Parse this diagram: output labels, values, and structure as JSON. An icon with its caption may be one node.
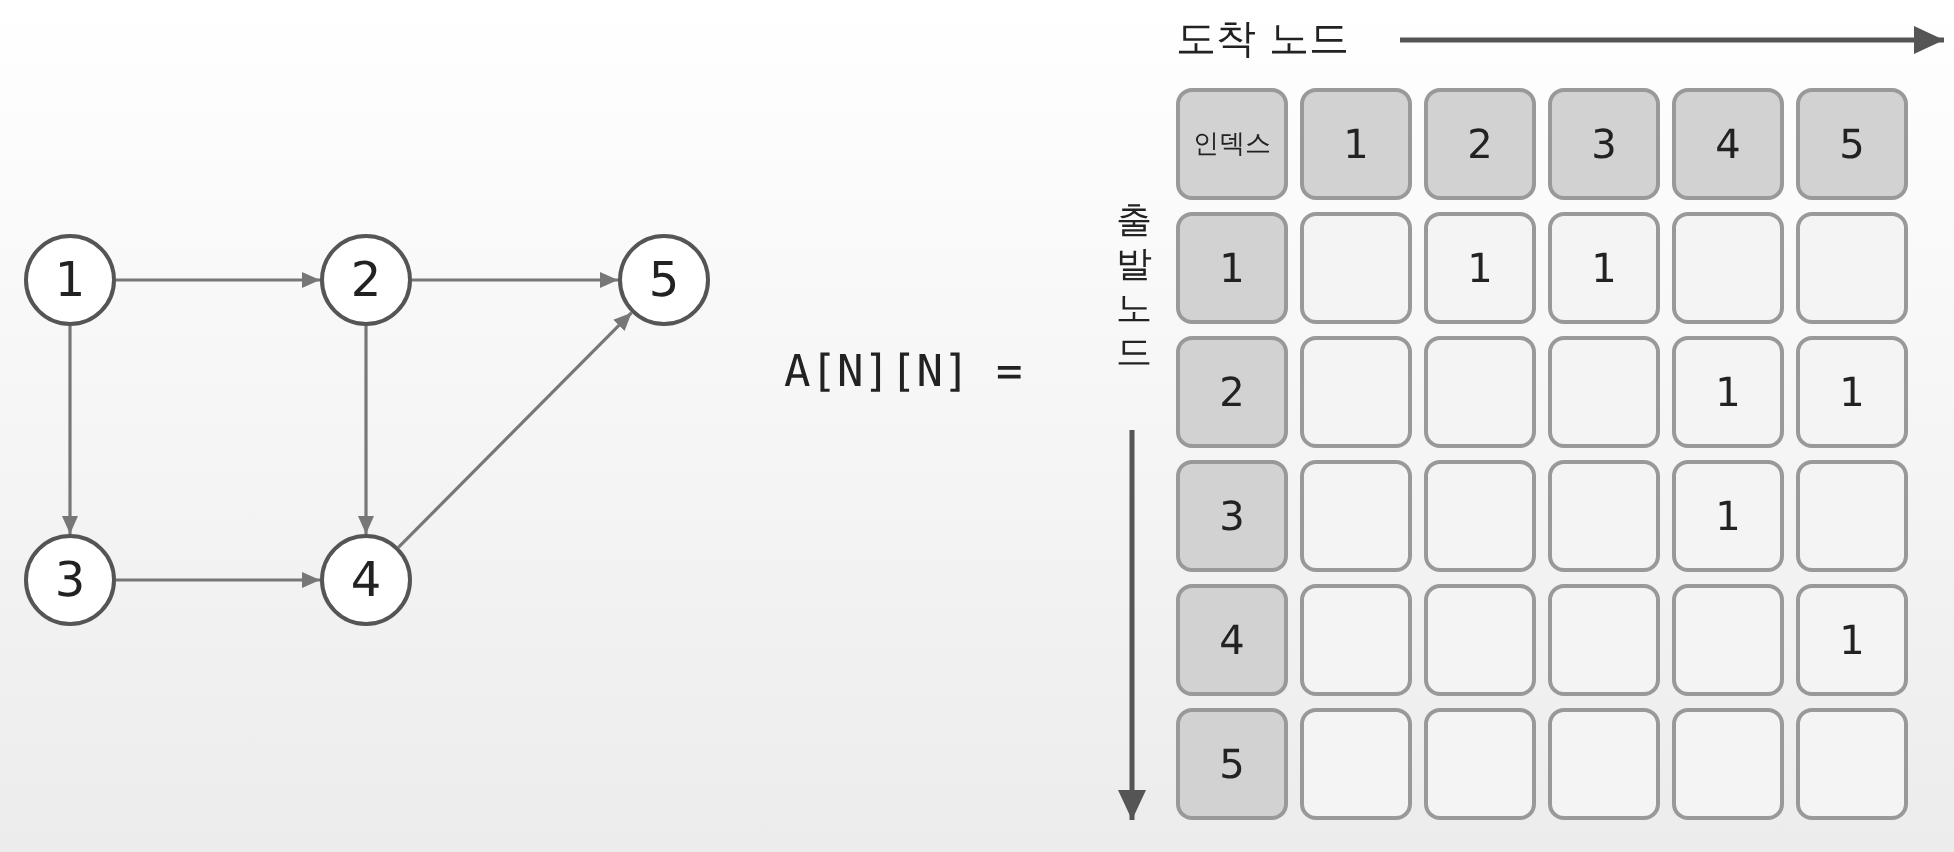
{
  "diagram": {
    "nodes": [
      {
        "text": [
          "1"
        ]
      },
      {
        "text": [
          "2"
        ]
      },
      {
        "text": [
          "5"
        ]
      },
      {
        "text": [
          "3"
        ]
      },
      {
        "text": [
          "4"
        ]
      }
    ],
    "edges": [
      {
        "from": 0,
        "to": 1,
        "arrow": "to"
      },
      {
        "from": 1,
        "to": 2,
        "arrow": "to"
      },
      {
        "from": 0,
        "to": 3,
        "arrow": "to"
      },
      {
        "from": 1,
        "to": 4,
        "arrow": "to"
      },
      {
        "from": 3,
        "to": 4,
        "arrow": "to"
      },
      {
        "from": 4,
        "to": 2,
        "arrow": "to"
      }
    ],
    "labels": [
      "도착 노드",
      "A[N][N] =",
      "출발 노드",
      "인덱스",
      "1",
      "2",
      "3",
      "4",
      "5",
      "1",
      "1",
      "1",
      "2",
      "1",
      "1",
      "3",
      "1",
      "4",
      "1",
      "5"
    ]
  }
}
